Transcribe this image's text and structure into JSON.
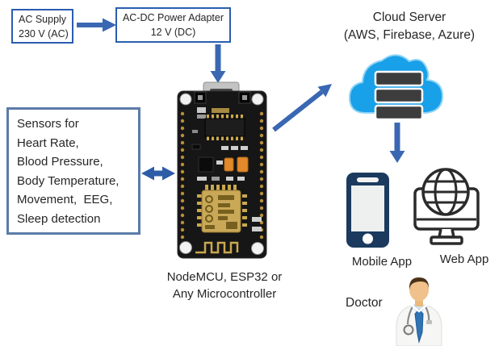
{
  "diagram": {
    "colors": {
      "accent_blue": "#3a67b2",
      "double_arrow_blue": "#2e5da8",
      "box_border_blue": "#2b5dae",
      "sensors_border_blue": "#5b7ca8",
      "cloud_blue": "#18a0e8",
      "server_dark": "#3d3d3d",
      "phone_navy": "#1b3a5e",
      "outline_dark": "#2b2b2b",
      "text_dark": "#262626",
      "pcb_black": "#161616",
      "gold": "#c9a857",
      "capacitor_orange": "#e2892b",
      "tie_blue": "#2f74b5"
    },
    "boxes": {
      "ac_supply": {
        "lines": [
          "AC Supply",
          "230 V (AC)"
        ]
      },
      "power_adapter": {
        "lines": [
          "AC-DC Power Adapter",
          "12 V (DC)"
        ]
      },
      "sensors": {
        "lines": [
          "Sensors for",
          "Heart Rate,",
          "Blood Pressure,",
          "Body Temperature,",
          "Movement,  EEG,",
          "Sleep detection"
        ]
      }
    },
    "cloud": {
      "title": "Cloud Server",
      "subtitle": "(AWS, Firebase, Azure)"
    },
    "mcu": {
      "lines": [
        "NodeMCU, ESP32 or",
        "Any Microcontroller"
      ]
    },
    "labels": {
      "mobile_app": "Mobile App",
      "web_app": "Web App",
      "doctor": "Doctor"
    },
    "icons": {
      "cloud_server": "cloud-with-server-stack-icon",
      "mobile_app": "smartphone-icon",
      "web_app": "globe-on-monitor-icon",
      "doctor": "doctor-avatar-icon",
      "microcontroller": "nodemcu-board-image"
    }
  }
}
